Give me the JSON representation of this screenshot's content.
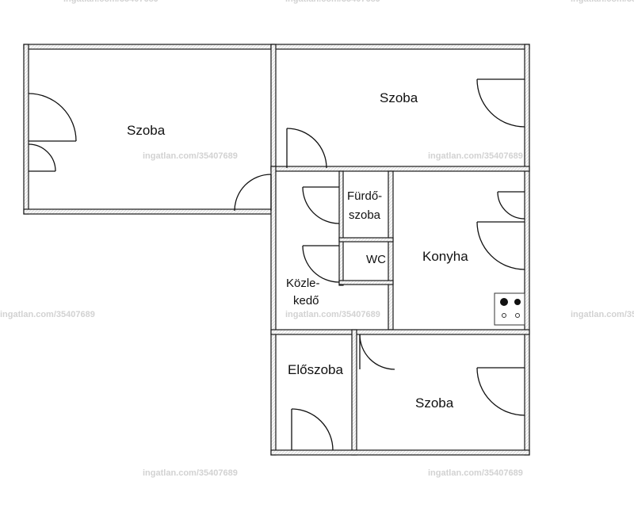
{
  "rooms": {
    "room_1": "Szoba",
    "room_2": "Szoba",
    "bathroom_line1": "Fürdő-",
    "bathroom_line2": "szoba",
    "wc": "WC",
    "kitchen": "Konyha",
    "hallway_line1": "Közle-",
    "hallway_line2": "kedő",
    "entry": "Előszoba",
    "room_3": "Szoba"
  },
  "watermark": "ingatlan.com/35407689",
  "colors": {
    "wall_line": "#1a1a1a",
    "wall_fill": "#f4f4f4",
    "watermark": "#d2d2d2"
  }
}
